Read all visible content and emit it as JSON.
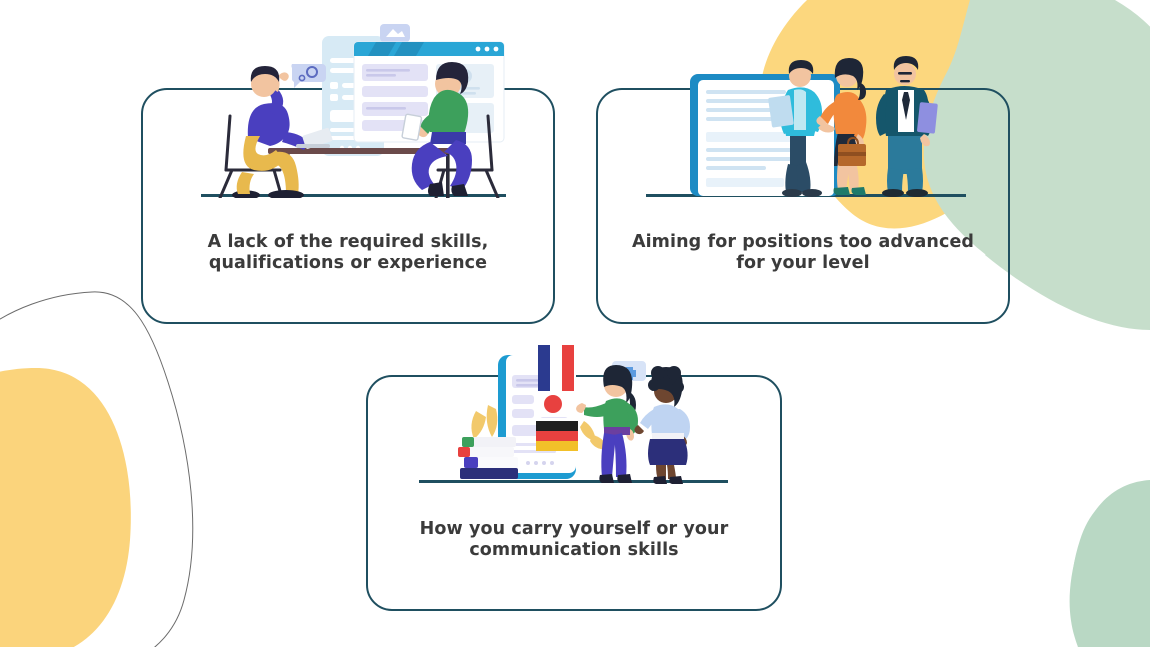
{
  "slide": {
    "background_color": "#ffffff",
    "decor": {
      "yellow_blob_top_right": "#FCD77E",
      "green_blob_top_right": "#C6DECB",
      "green_blob_bottom_right": "#B9D8C4",
      "yellow_blob_bottom_left": "#FBD47C",
      "outline_blob_bottom_left": "#6b6b6b"
    },
    "card_border_color": "#1f4f60",
    "caption_text_color": "#3b3b3b",
    "ground_line_color": "#1f4f60"
  },
  "cards": [
    {
      "id": "card-1",
      "caption_lines": [
        "A lack of the required skills,",
        "qualifications or experience"
      ],
      "illustration": {
        "name": "two-people-at-table-with-laptop-and-ui-screens",
        "elements": [
          "phone-mockup",
          "browser-window",
          "image-badge",
          "gear-badge",
          "man-in-purple-shirt",
          "woman-in-green-top",
          "table",
          "two-chairs",
          "laptop",
          "tablet"
        ],
        "colors": {
          "man_shirt": "#4A3FBF",
          "man_pants": "#E8B94D",
          "woman_top": "#3DA05C",
          "woman_skirt": "#4A3FBF",
          "hair": "#24243a",
          "skin": "#F2C4A0",
          "panel_light": "#D7EAF5",
          "panel_white": "#ffffff",
          "panel_accent": "#29A3D9",
          "content_block": "#E3E2F6",
          "table_top": "#6B4A4A",
          "furniture_dark": "#2b2b3a"
        }
      }
    },
    {
      "id": "card-2",
      "caption_lines": [
        "Aiming for positions too advanced",
        "for your level"
      ],
      "illustration": {
        "name": "three-candidates-in-front-of-large-document",
        "elements": [
          "large-document-screen",
          "man-in-teal-jacket-holding-paper",
          "woman-in-orange-top-with-briefcase",
          "man-in-dark-suit-with-folder"
        ],
        "colors": {
          "document_frame": "#1D8BC4",
          "document_page": "#ffffff",
          "document_lines": "#CFE3F2",
          "teal_jacket": "#2FBCDC",
          "teal_pants": "#2B4C66",
          "orange_top": "#F2893C",
          "black_skirt": "#1F2A3A",
          "suit_dark": "#15566B",
          "suit_pants": "#2B7A9B",
          "briefcase": "#B5682B",
          "folder": "#8E8FE0",
          "skin": "#F2C4A0",
          "hair": "#1E2636",
          "green_heels": "#1F7A6A"
        }
      }
    },
    {
      "id": "card-3",
      "caption_lines": [
        "How you carry yourself or your",
        "communication skills"
      ],
      "illustration": {
        "name": "two-women-with-language-learning-phone",
        "elements": [
          "large-phone-mockup",
          "french-flag",
          "japanese-flag",
          "german-flag",
          "stack-of-books",
          "wheat-leaves",
          "woman-in-green-top-pointing",
          "woman-in-light-blue-blouse",
          "puzzle-badge"
        ],
        "colors": {
          "phone_frame": "#1D9BD1",
          "phone_screen": "#ffffff",
          "content_block": "#E3E2F6",
          "flag_fr_blue": "#2B3A8F",
          "flag_fr_white": "#ffffff",
          "flag_fr_red": "#E8413F",
          "flag_jp_red": "#E8413F",
          "flag_de_black": "#1F1F1F",
          "flag_de_red": "#E8413F",
          "flag_de_gold": "#F2C029",
          "green_top": "#3DA05C",
          "blue_blouse": "#BFD4F2",
          "navy_skirt": "#2C2F7A",
          "indigo_pants": "#4A3FBF",
          "books": [
            "#4A3FBF",
            "#E8413F",
            "#3DA05C",
            "#F2F2F7"
          ],
          "wheat": "#F2C96B",
          "skin_light": "#F2C4A0",
          "skin_dark": "#6E4630",
          "hair": "#1E2636"
        }
      }
    }
  ]
}
